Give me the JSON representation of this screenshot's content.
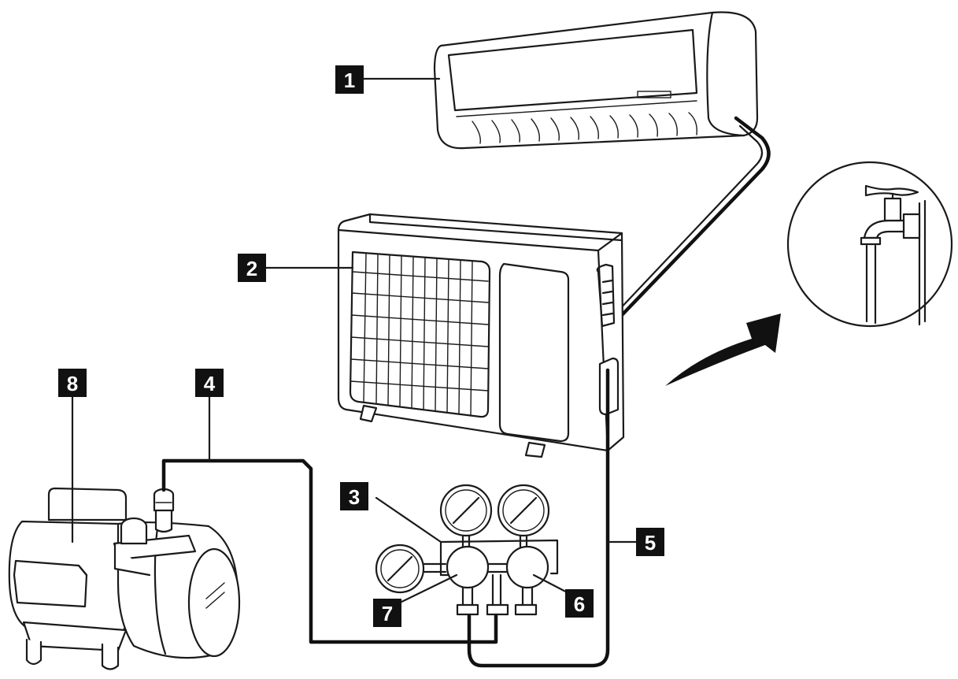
{
  "callouts": [
    {
      "id": "1",
      "text": "1"
    },
    {
      "id": "2",
      "text": "2"
    },
    {
      "id": "3",
      "text": "3"
    },
    {
      "id": "4",
      "text": "4"
    },
    {
      "id": "5",
      "text": "5"
    },
    {
      "id": "6",
      "text": "6"
    },
    {
      "id": "7",
      "text": "7"
    },
    {
      "id": "8",
      "text": "8"
    }
  ],
  "icons": [
    "water-tap-icon",
    "curved-arrow-icon"
  ]
}
